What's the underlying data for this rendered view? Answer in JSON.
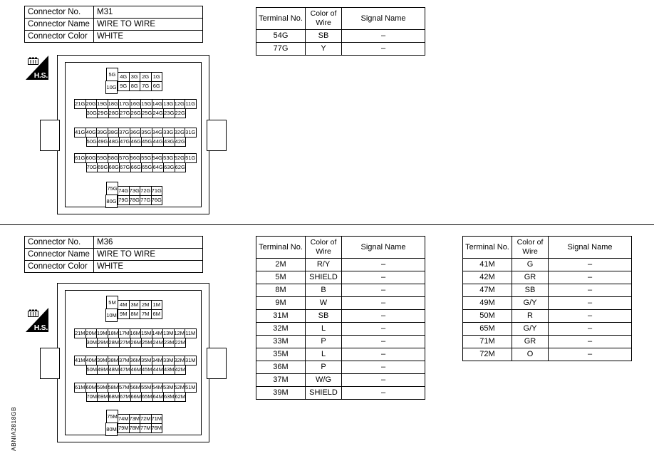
{
  "page": {
    "document_code": "ABNIA2818GB"
  },
  "blocks": [
    {
      "id": "m31",
      "info": {
        "rows": [
          {
            "label": "Connector No.",
            "value": "M31"
          },
          {
            "label": "Connector Name",
            "value": "WIRE TO WIRE"
          },
          {
            "label": "Connector Color",
            "value": "WHITE"
          }
        ]
      },
      "badge": {
        "label": "H.S.",
        "icon": "connector-icon"
      },
      "terminal_tables": [
        {
          "headers": [
            "Terminal No.",
            "Color of Wire",
            "Signal Name"
          ],
          "rows": [
            {
              "terminal": "54G",
              "color": "SB",
              "signal": "–"
            },
            {
              "terminal": "77G",
              "color": "Y",
              "signal": "–"
            }
          ]
        }
      ],
      "pin_groups": [
        {
          "id": "top",
          "lead": {
            "top": "5G",
            "bottom": "10G"
          },
          "top_row": [
            "4G",
            "3G",
            "2G",
            "1G"
          ],
          "bottom_row": [
            "9G",
            "8G",
            "7G",
            "6G"
          ]
        },
        {
          "id": "row2",
          "lead": {
            "top": "21G",
            "bottom": ""
          },
          "top_row": [
            "20G",
            "19G",
            "18G",
            "17G",
            "16G",
            "15G",
            "14G",
            "13G",
            "12G",
            "11G"
          ],
          "bottom_row": [
            "30G",
            "29G",
            "28G",
            "27G",
            "26G",
            "25G",
            "24G",
            "23G",
            "22G"
          ]
        },
        {
          "id": "row3",
          "lead": {
            "top": "41G",
            "bottom": ""
          },
          "top_row": [
            "40G",
            "39G",
            "38G",
            "37G",
            "36G",
            "35G",
            "34G",
            "33G",
            "32G",
            "31G"
          ],
          "bottom_row": [
            "50G",
            "49G",
            "48G",
            "47G",
            "46G",
            "45G",
            "44G",
            "43G",
            "42G"
          ]
        },
        {
          "id": "row4",
          "lead": {
            "top": "61G",
            "bottom": ""
          },
          "top_row": [
            "60G",
            "59G",
            "58G",
            "57G",
            "56G",
            "55G",
            "54G",
            "53G",
            "52G",
            "51G"
          ],
          "bottom_row": [
            "70G",
            "69G",
            "68G",
            "67G",
            "66G",
            "65G",
            "64G",
            "63G",
            "62G"
          ]
        },
        {
          "id": "bottom",
          "lead": {
            "top": "75G",
            "bottom": "80G"
          },
          "top_row": [
            "74G",
            "73G",
            "72G",
            "71G"
          ],
          "bottom_row": [
            "79G",
            "78G",
            "77G",
            "76G"
          ]
        }
      ]
    },
    {
      "id": "m36",
      "info": {
        "rows": [
          {
            "label": "Connector No.",
            "value": "M36"
          },
          {
            "label": "Connector Name",
            "value": "WIRE TO WIRE"
          },
          {
            "label": "Connector Color",
            "value": "WHITE"
          }
        ]
      },
      "badge": {
        "label": "H.S.",
        "icon": "connector-icon"
      },
      "terminal_tables": [
        {
          "headers": [
            "Terminal No.",
            "Color of Wire",
            "Signal Name"
          ],
          "rows": [
            {
              "terminal": "2M",
              "color": "R/Y",
              "signal": "–"
            },
            {
              "terminal": "5M",
              "color": "SHIELD",
              "signal": "–"
            },
            {
              "terminal": "8M",
              "color": "B",
              "signal": "–"
            },
            {
              "terminal": "9M",
              "color": "W",
              "signal": "–"
            },
            {
              "terminal": "31M",
              "color": "SB",
              "signal": "–"
            },
            {
              "terminal": "32M",
              "color": "L",
              "signal": "–"
            },
            {
              "terminal": "33M",
              "color": "P",
              "signal": "–"
            },
            {
              "terminal": "35M",
              "color": "L",
              "signal": "–"
            },
            {
              "terminal": "36M",
              "color": "P",
              "signal": "–"
            },
            {
              "terminal": "37M",
              "color": "W/G",
              "signal": "–"
            },
            {
              "terminal": "39M",
              "color": "SHIELD",
              "signal": "–"
            }
          ]
        },
        {
          "headers": [
            "Terminal No.",
            "Color of Wire",
            "Signal Name"
          ],
          "rows": [
            {
              "terminal": "41M",
              "color": "G",
              "signal": "–"
            },
            {
              "terminal": "42M",
              "color": "GR",
              "signal": "–"
            },
            {
              "terminal": "47M",
              "color": "SB",
              "signal": "–"
            },
            {
              "terminal": "49M",
              "color": "G/Y",
              "signal": "–"
            },
            {
              "terminal": "50M",
              "color": "R",
              "signal": "–"
            },
            {
              "terminal": "65M",
              "color": "G/Y",
              "signal": "–"
            },
            {
              "terminal": "71M",
              "color": "GR",
              "signal": "–"
            },
            {
              "terminal": "72M",
              "color": "O",
              "signal": "–"
            }
          ]
        }
      ],
      "pin_groups": [
        {
          "id": "top",
          "lead": {
            "top": "5M",
            "bottom": "10M"
          },
          "top_row": [
            "4M",
            "3M",
            "2M",
            "1M"
          ],
          "bottom_row": [
            "9M",
            "8M",
            "7M",
            "6M"
          ]
        },
        {
          "id": "row2",
          "lead": {
            "top": "21M",
            "bottom": ""
          },
          "top_row": [
            "20M",
            "19M",
            "18M",
            "17M",
            "16M",
            "15M",
            "14M",
            "13M",
            "12M",
            "11M"
          ],
          "bottom_row": [
            "30M",
            "29M",
            "28M",
            "27M",
            "26M",
            "25M",
            "24M",
            "23M",
            "22M"
          ]
        },
        {
          "id": "row3",
          "lead": {
            "top": "41M",
            "bottom": ""
          },
          "top_row": [
            "40M",
            "39M",
            "38M",
            "37M",
            "36M",
            "35M",
            "34M",
            "33M",
            "32M",
            "31M"
          ],
          "bottom_row": [
            "50M",
            "49M",
            "48M",
            "47M",
            "46M",
            "45M",
            "44M",
            "43M",
            "42M"
          ]
        },
        {
          "id": "row4",
          "lead": {
            "top": "61M",
            "bottom": ""
          },
          "top_row": [
            "60M",
            "59M",
            "58M",
            "57M",
            "56M",
            "55M",
            "54M",
            "53M",
            "52M",
            "51M"
          ],
          "bottom_row": [
            "70M",
            "69M",
            "68M",
            "67M",
            "66M",
            "65M",
            "64M",
            "63M",
            "62M"
          ]
        },
        {
          "id": "bottom",
          "lead": {
            "top": "75M",
            "bottom": "80M"
          },
          "top_row": [
            "74M",
            "73M",
            "72M",
            "71M"
          ],
          "bottom_row": [
            "79M",
            "78M",
            "77M",
            "76M"
          ]
        }
      ]
    }
  ]
}
